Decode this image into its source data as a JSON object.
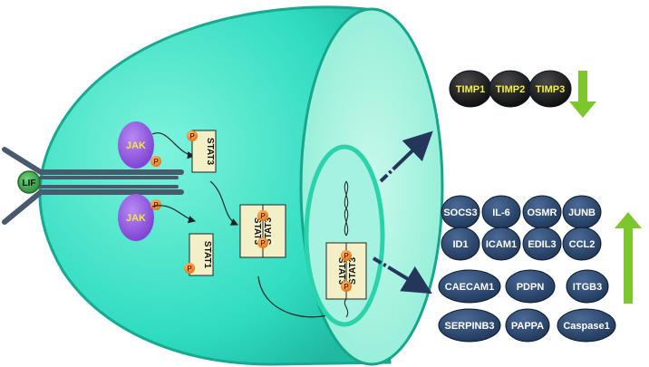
{
  "ligand": "LIF",
  "kinase": "JAK",
  "phospho": "P",
  "stat_a": "STAT3",
  "stat_b": "STAT1",
  "down_genes": [
    "TIMP1",
    "TIMP2",
    "TIMP3"
  ],
  "up_genes": [
    [
      "SOCS3",
      "IL-6",
      "OSMR",
      "JUNB"
    ],
    [
      "ID1",
      "ICAM1",
      "EDIL3",
      "CCL2"
    ],
    [
      "CAECAM1",
      "PDPN",
      "ITGB3"
    ],
    [
      "SERPINB3",
      "PAPPA",
      "Caspase1"
    ]
  ],
  "colors": {
    "cell": "#36e0c4",
    "cell_inner": "#a9f3e3",
    "nucleus": "#30d8b4",
    "jak": "#9b59e6",
    "phospho": "#f08a1a",
    "down_oval": "#141414",
    "down_text": "#f4f04a",
    "up_oval": "#2c4870",
    "up_text": "#ffffff",
    "arrow_dark": "#24375a",
    "arrow_green": "#7dc72e",
    "receptor": "#4a5a6e",
    "lif": "#3aa84a",
    "stat_box": "#f3f0c8"
  }
}
